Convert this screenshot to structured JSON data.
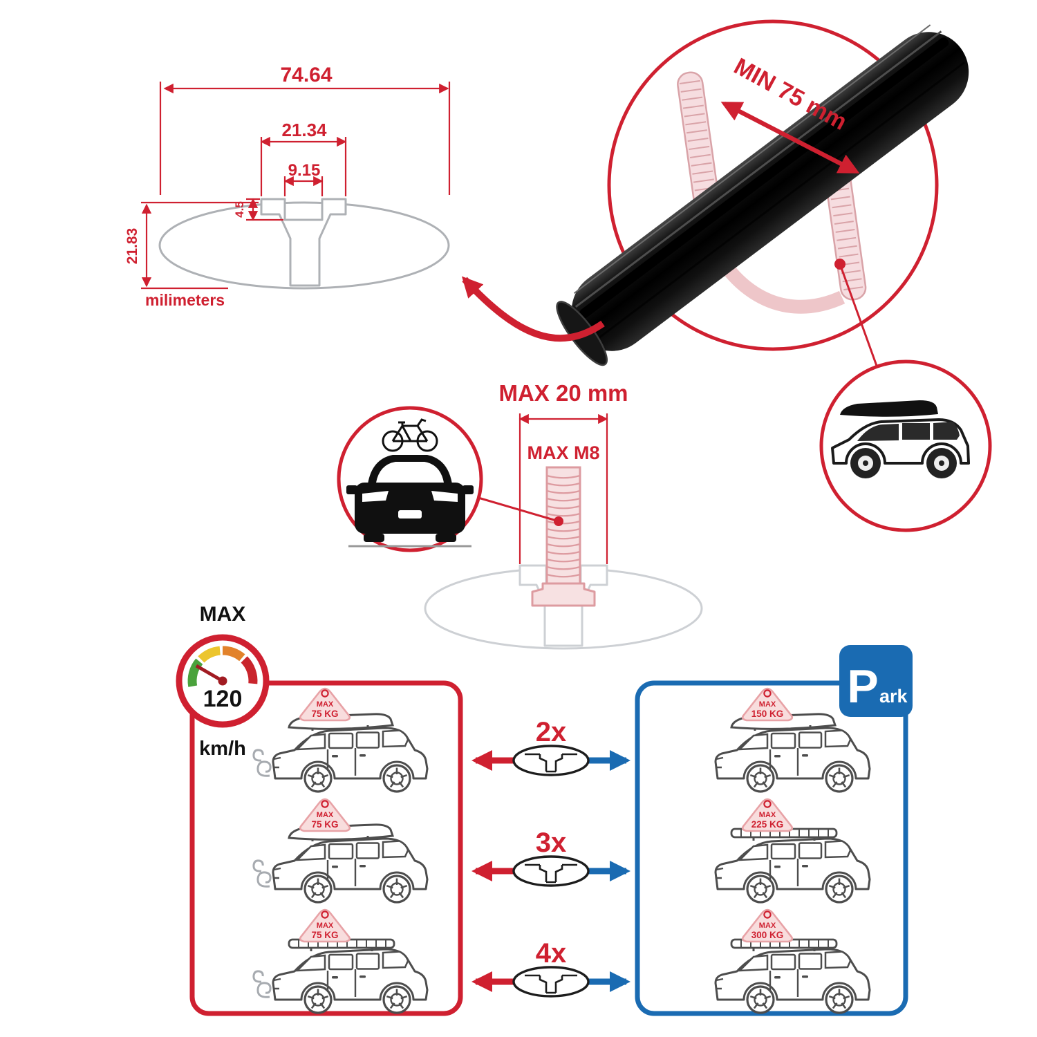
{
  "colors": {
    "red": "#cf2030",
    "blue": "#1a6bb2"
  },
  "cross_section": {
    "total_width": "74.64",
    "slot_outer_width": "21.34",
    "slot_inner_width": "9.15",
    "slot_depth": "4.5",
    "total_height": "21.83",
    "units_label": "milimeters"
  },
  "bar_view": {
    "min_span_label": "MIN 75 mm"
  },
  "bolt_view": {
    "max_width_label": "MAX 20 mm",
    "max_bolt_label": "MAX M8"
  },
  "speed_gauge": {
    "title": "MAX",
    "value": "120",
    "unit": "km/h"
  },
  "park_sign": {
    "initial": "P",
    "rest": "ark"
  },
  "crossbar_options": [
    {
      "count_label": "2x",
      "driving_load": {
        "label": "MAX",
        "value": "75 KG"
      },
      "parked_load": {
        "label": "MAX",
        "value": "150 KG"
      }
    },
    {
      "count_label": "3x",
      "driving_load": {
        "label": "MAX",
        "value": "75 KG"
      },
      "parked_load": {
        "label": "MAX",
        "value": "225 KG"
      }
    },
    {
      "count_label": "4x",
      "driving_load": {
        "label": "MAX",
        "value": "75 KG"
      },
      "parked_load": {
        "label": "MAX",
        "value": "300 KG"
      }
    }
  ]
}
